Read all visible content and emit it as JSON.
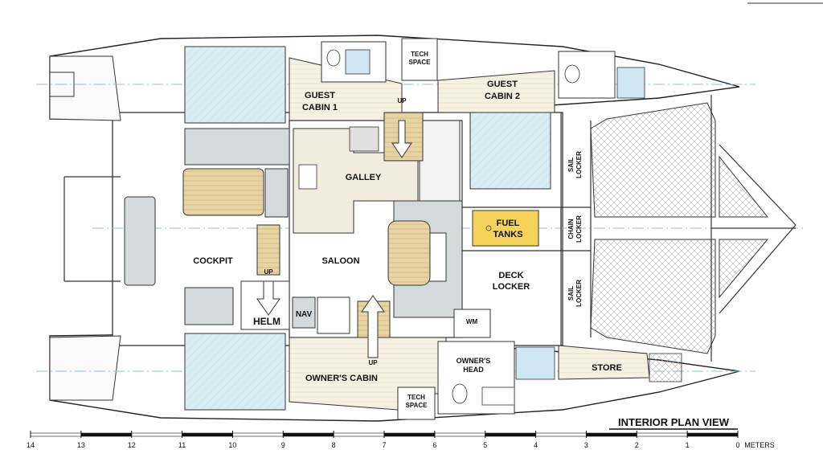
{
  "rooms": {
    "guest_cabin_1": [
      "GUEST",
      "CABIN 1"
    ],
    "guest_cabin_2": [
      "GUEST",
      "CABIN 2"
    ],
    "tech_space_top": [
      "TECH",
      "SPACE"
    ],
    "tech_space_bottom": [
      "TECH",
      "SPACE"
    ],
    "galley": "GALLEY",
    "saloon": "SALOON",
    "cockpit": "COCKPIT",
    "helm": "HELM",
    "nav": "NAV",
    "fuel_tanks": [
      "FUEL",
      "TANKS"
    ],
    "deck_locker": [
      "DECK",
      "LOCKER"
    ],
    "sail_locker_top": [
      "SAIL",
      "LOCKER"
    ],
    "sail_locker_bottom": [
      "SAIL",
      "LOCKER"
    ],
    "chain_locker": [
      "CHAIN",
      "LOCKER"
    ],
    "owners_cabin": "OWNER'S CABIN",
    "owners_head": [
      "OWNER'S",
      "HEAD"
    ],
    "store": "STORE",
    "wm": "WM"
  },
  "stairs": {
    "galley_up": "UP",
    "cockpit_up": "UP",
    "owners_up": "UP"
  },
  "title": "INTERIOR PLAN VIEW",
  "scale": {
    "ticks": [
      "14",
      "13",
      "12",
      "11",
      "10",
      "9",
      "8",
      "7",
      "6",
      "5",
      "4",
      "3",
      "2",
      "1",
      "0"
    ],
    "unit": "METERS"
  },
  "colors": {
    "hull_line": "#222222",
    "floor": "#f5f0e2",
    "bunk": "#d8ecf4",
    "seat": "#d4d9dc",
    "table": "#e6d3a8",
    "fuel": "#f5d25a",
    "net": "#e6e6e6",
    "centerline": "#7fc4e0"
  }
}
